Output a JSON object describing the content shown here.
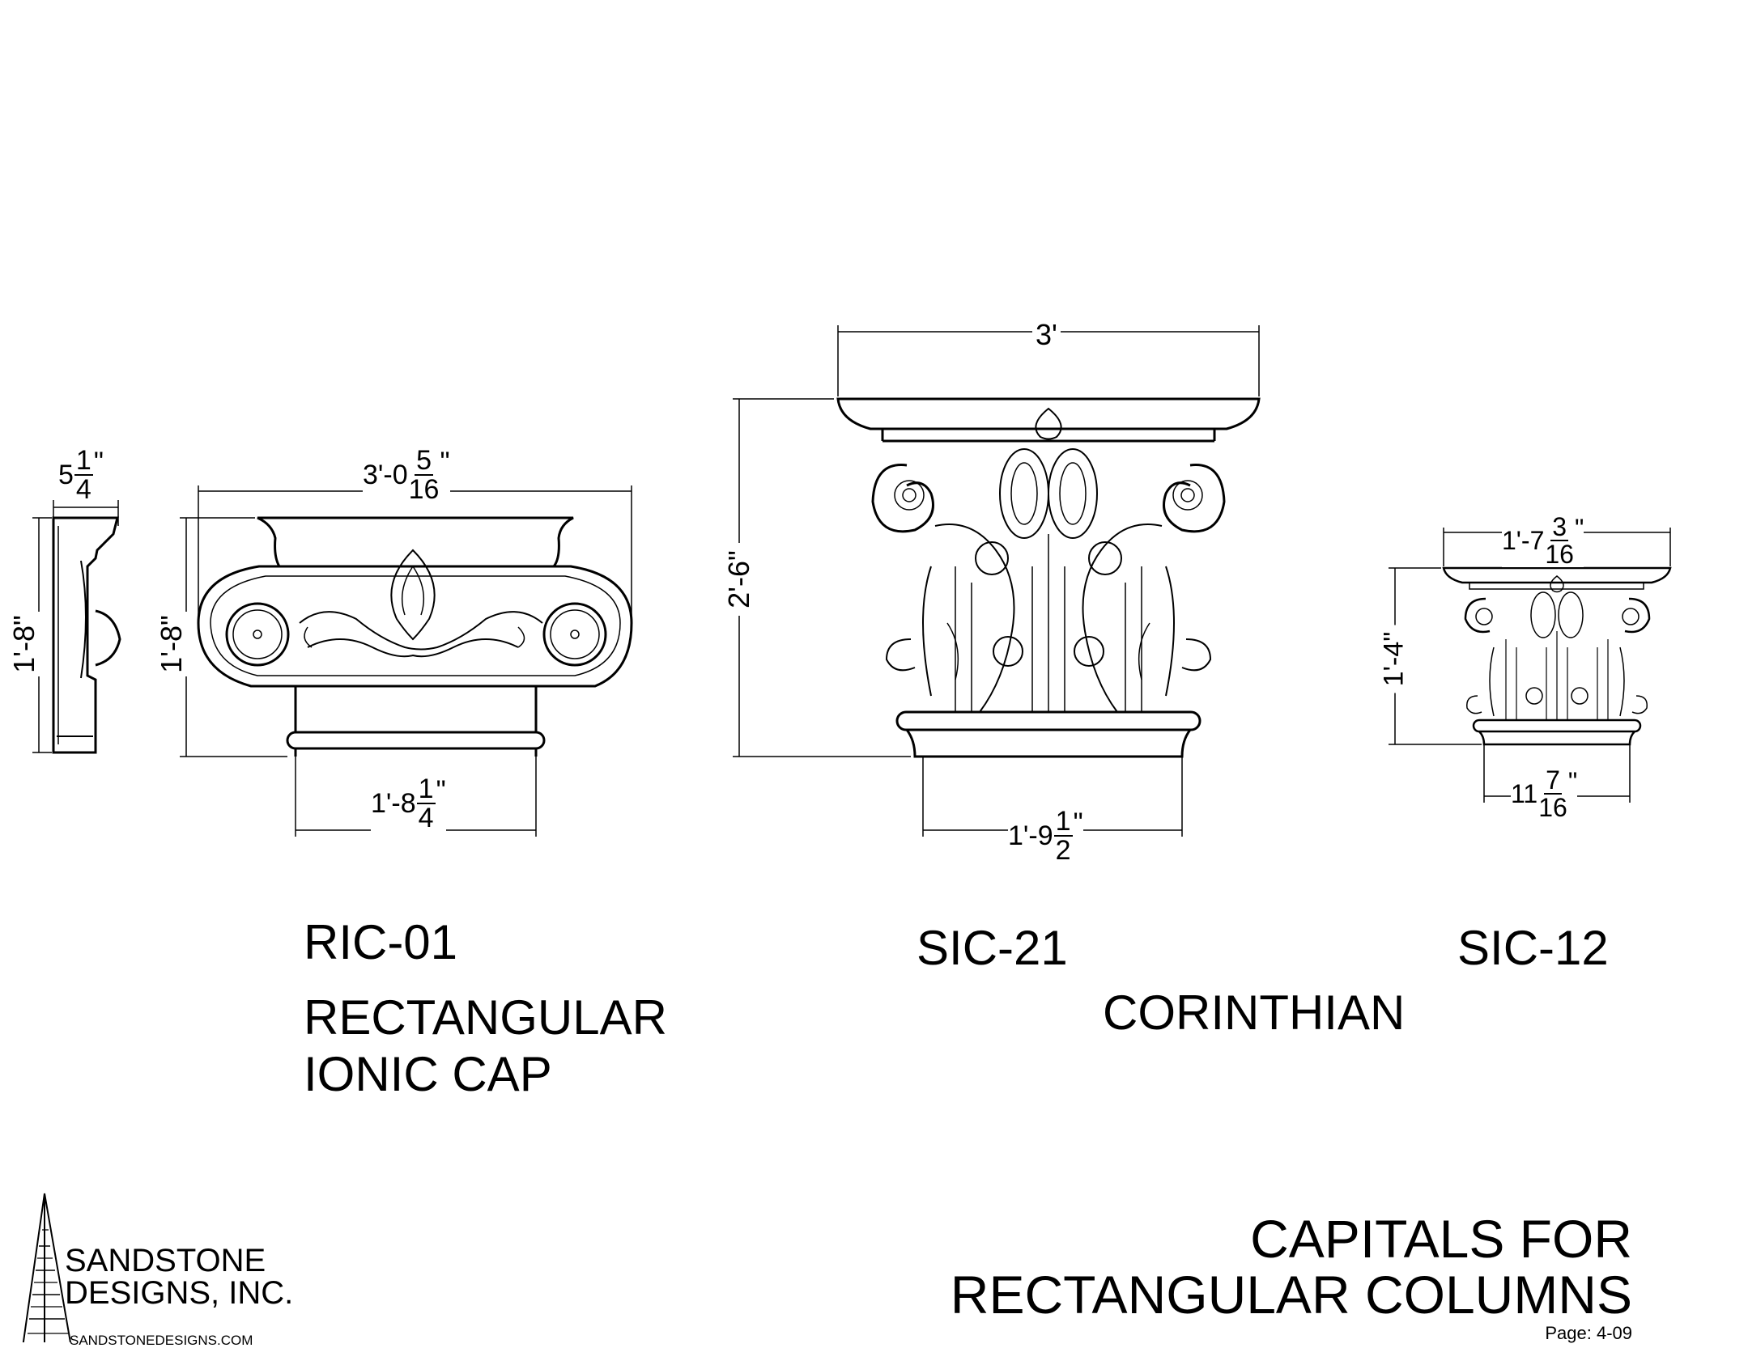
{
  "products": [
    {
      "code": "RIC-01",
      "description_line1": "RECTANGULAR",
      "description_line2": "IONIC CAP",
      "dimensions": {
        "side_width": {
          "whole": "5",
          "num": "1",
          "den": "4",
          "unit": "\""
        },
        "side_height": "1'-8\"",
        "front_width": {
          "whole": "3'-0",
          "num": "5",
          "den": "16",
          "unit": "\""
        },
        "front_height": "1'-8\"",
        "base_width": {
          "whole": "1'-8",
          "num": "1",
          "den": "4",
          "unit": "\""
        }
      }
    },
    {
      "code": "SIC-21",
      "description_line1": "CORINTHIAN",
      "dimensions": {
        "top_width": "3'",
        "height": "2'-6\"",
        "base_width": {
          "whole": "1'-9",
          "num": "1",
          "den": "2",
          "unit": "\""
        }
      }
    },
    {
      "code": "SIC-12",
      "dimensions": {
        "top_width": {
          "whole": "1'-7",
          "num": "3",
          "den": "16",
          "unit": "\""
        },
        "height": "1'-4\"",
        "base_width": {
          "whole": "11",
          "num": "7",
          "den": "16",
          "unit": "\""
        }
      }
    }
  ],
  "company": {
    "name_line1": "SANDSTONE",
    "name_line2": "DESIGNS, INC.",
    "website": "SANDSTONEDESIGNS.COM",
    "logo_icon": "pyramid-logo-icon"
  },
  "title": {
    "line1": "CAPITALS FOR",
    "line2": "RECTANGULAR COLUMNS",
    "page": "Page: 4-09"
  }
}
